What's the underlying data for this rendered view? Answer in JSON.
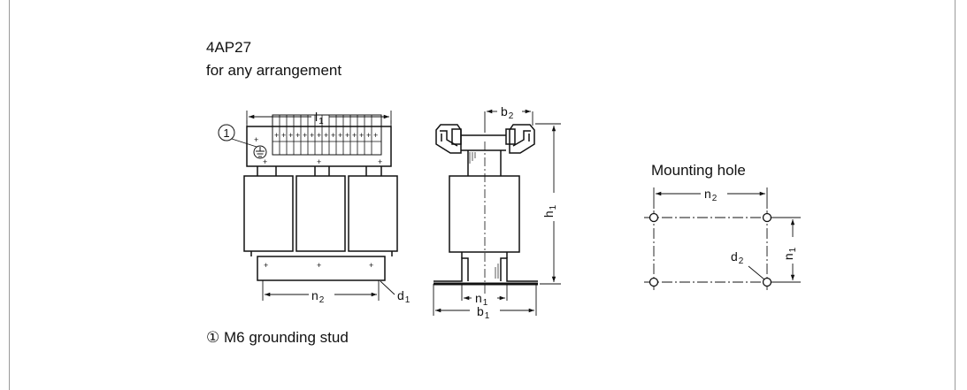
{
  "header": {
    "model": "4AP27",
    "subtitle": "for any arrangement"
  },
  "front_view": {
    "callout_number": "1",
    "dim_top": {
      "base": "l",
      "sub": "1"
    },
    "dim_bottom": {
      "base": "n",
      "sub": "2"
    },
    "dim_hole": {
      "base": "d",
      "sub": "1"
    }
  },
  "side_view": {
    "dim_top": {
      "base": "b",
      "sub": "2"
    },
    "dim_height": {
      "base": "h",
      "sub": "1"
    },
    "dim_inner": {
      "base": "n",
      "sub": "1"
    },
    "dim_outer": {
      "base": "b",
      "sub": "1"
    }
  },
  "mounting_hole": {
    "title": "Mounting hole",
    "dim_horizontal": {
      "base": "n",
      "sub": "2"
    },
    "dim_vertical": {
      "base": "n",
      "sub": "1"
    },
    "dim_hole": {
      "base": "d",
      "sub": "2"
    }
  },
  "footnote": {
    "symbol": "①",
    "text": "M6 grounding stud"
  }
}
